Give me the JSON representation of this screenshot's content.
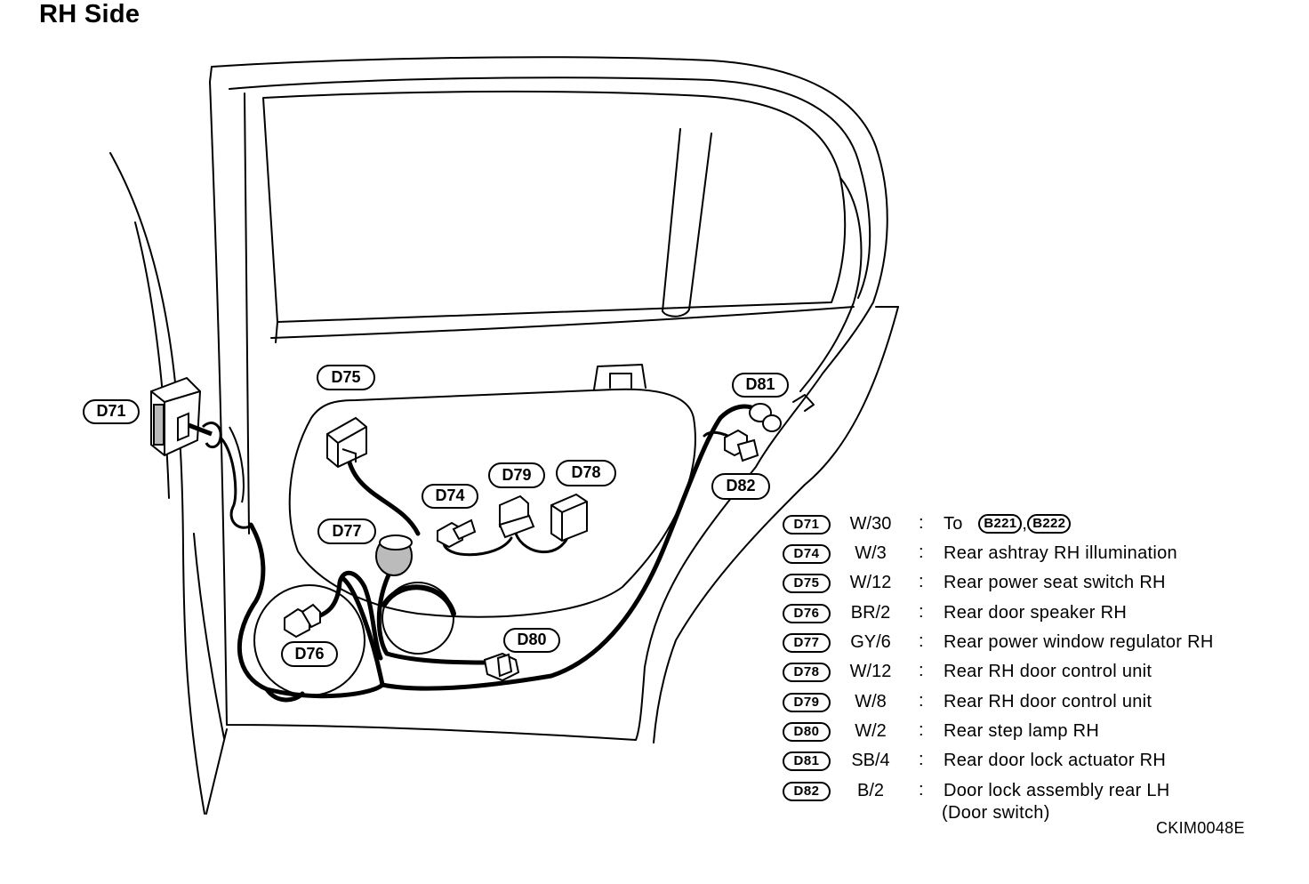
{
  "title": "RH Side",
  "diagram_code": "CKIM0048E",
  "labels": [
    "D71",
    "D74",
    "D75",
    "D76",
    "D77",
    "D78",
    "D79",
    "D80",
    "D81",
    "D82"
  ],
  "legend": [
    {
      "code": "D71",
      "wire": "W/30",
      "colon": ":",
      "desc_prefix": "To",
      "refs": [
        "B221",
        "B222"
      ],
      "ref_sep": ","
    },
    {
      "code": "D74",
      "wire": "W/3",
      "colon": ":",
      "desc": "Rear ashtray RH illumination"
    },
    {
      "code": "D75",
      "wire": "W/12",
      "colon": ":",
      "desc": "Rear power seat switch RH"
    },
    {
      "code": "D76",
      "wire": "BR/2",
      "colon": ":",
      "desc": "Rear door speaker RH"
    },
    {
      "code": "D77",
      "wire": "GY/6",
      "colon": ":",
      "desc": "Rear power window regulator RH"
    },
    {
      "code": "D78",
      "wire": "W/12",
      "colon": ":",
      "desc": "Rear RH door control unit"
    },
    {
      "code": "D79",
      "wire": "W/8",
      "colon": ":",
      "desc": "Rear RH door control unit"
    },
    {
      "code": "D80",
      "wire": "W/2",
      "colon": ":",
      "desc": "Rear step lamp RH"
    },
    {
      "code": "D81",
      "wire": "SB/4",
      "colon": ":",
      "desc": "Rear door lock actuator RH"
    },
    {
      "code": "D82",
      "wire": "B/2",
      "colon": ":",
      "desc": "Door lock assembly rear LH",
      "desc2": "(Door switch)"
    }
  ]
}
